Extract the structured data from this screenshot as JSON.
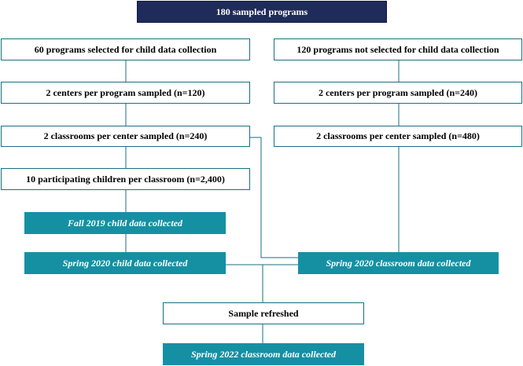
{
  "colors": {
    "header_fill": "#1f2b5a",
    "teal_fill": "#1590a3",
    "outline": "#1a6f82",
    "connector": "#1a6f82"
  },
  "nodes": {
    "top": "180 sampled programs",
    "left_programs": "60 programs selected for child data collection",
    "right_programs": "120 programs not selected for child data collection",
    "left_centers": "2 centers per program sampled (n=120)",
    "right_centers": "2 centers per program sampled (n=240)",
    "left_classrooms": "2 classrooms per center sampled (n=240)",
    "right_classrooms": "2 classrooms per center sampled (n=480)",
    "children": "10 participating children per classroom (n=2,400)",
    "fall2019": "Fall 2019 child data collected",
    "spring2020_child": "Spring 2020 child data collected",
    "spring2020_classroom": "Spring 2020 classroom data collected",
    "refreshed": "Sample refreshed",
    "spring2022": "Spring 2022 classroom data collected"
  }
}
